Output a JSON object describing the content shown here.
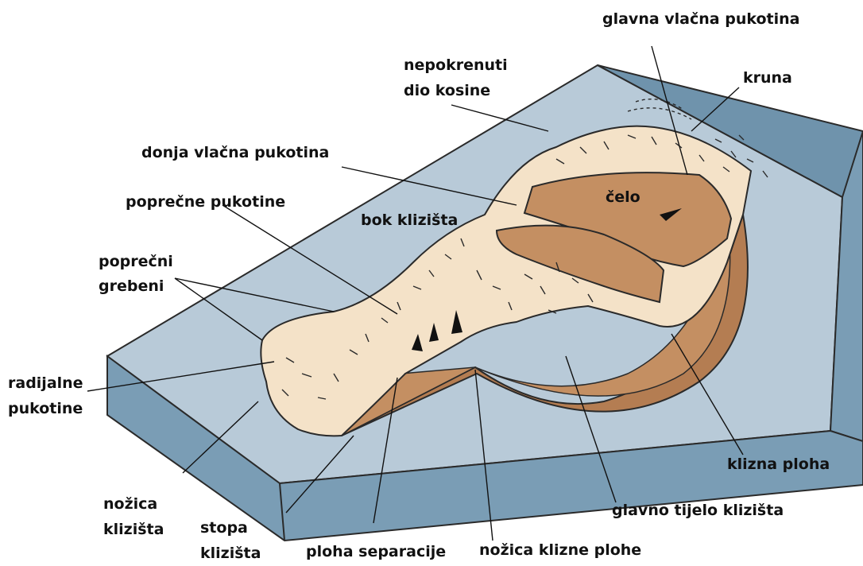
{
  "labels": {
    "glavna_vlacna_pukotina": "glavna vlačna pukotina",
    "kruna": "kruna",
    "nepokrenuti_line1": "nepokrenuti",
    "nepokrenuti_line2": "dio kosine",
    "donja_vlacna_pukotina": "donja vlačna pukotina",
    "celo": "čelo",
    "poprecne_pukotine": "poprečne pukotine",
    "bok_klizista": "bok klizišta",
    "poprecni_line1": "poprečni",
    "poprecni_line2": "grebeni",
    "radijalne_line1": "radijalne",
    "radijalne_line2": "pukotine",
    "klizna_ploha": "klizna ploha",
    "nozica_klizista_line1": "nožica",
    "nozica_klizista_line2": "klizišta",
    "glavno_tijelo": "glavno tijelo klizišta",
    "stopa_line1": "stopa",
    "stopa_line2": "klizišta",
    "ploha_separacije": "ploha separacije",
    "nozica_klizne_plohe": "nožica klizne plohe"
  },
  "colors": {
    "slope_top": "#b8cad8",
    "slope_side": "#7a9db5",
    "slope_back": "#6f93ac",
    "landslide_light": "#f4e2c8",
    "landslide_dark": "#c48f62",
    "landslide_mid": "#b47d52",
    "outline": "#2a2a2a"
  }
}
